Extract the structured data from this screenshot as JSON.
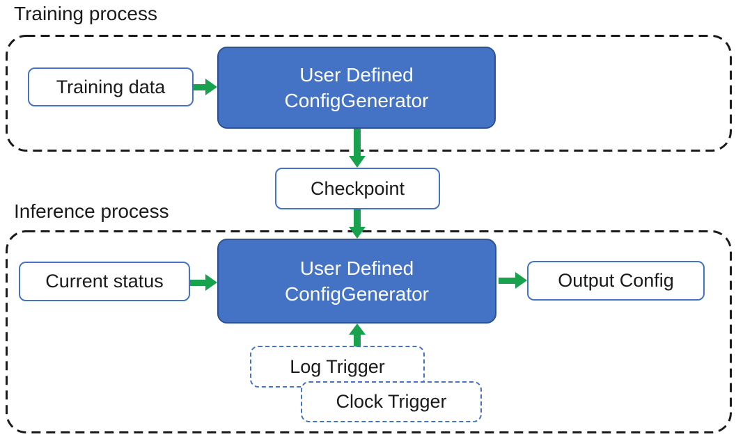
{
  "colors": {
    "box-blue": "#4472C4",
    "box-blue-border": "#2F528F",
    "outline-blue": "#4472C4",
    "arrow-green": "#18A24D",
    "dash-black": "#1a1a1a",
    "text-black": "#1a1a1a"
  },
  "training": {
    "label": "Training process",
    "input": "Training data",
    "generator": "User Defined\nConfigGenerator"
  },
  "checkpoint": {
    "label": "Checkpoint"
  },
  "inference": {
    "label": "Inference process",
    "input": "Current status",
    "generator": "User Defined\nConfigGenerator",
    "output": "Output Config",
    "triggers": [
      "Log Trigger",
      "Clock Trigger"
    ]
  }
}
